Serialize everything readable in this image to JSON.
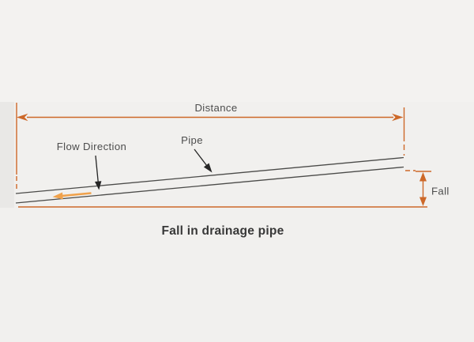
{
  "diagram": {
    "caption": "Fall in drainage pipe",
    "labels": {
      "distance": "Distance",
      "flow_direction": "Flow Direction",
      "pipe": "Pipe",
      "fall": "Fall"
    }
  },
  "colors": {
    "dimension_orange": "#cd6828",
    "flow_arrow_orange": "#f0a24c",
    "pipe_line": "#4b4b49",
    "pointer_black": "#262626",
    "label_text": "#4d4d4d",
    "caption_text": "#383838",
    "background": "#f1f0ee",
    "background_left_strip": "#e9e8e6"
  }
}
